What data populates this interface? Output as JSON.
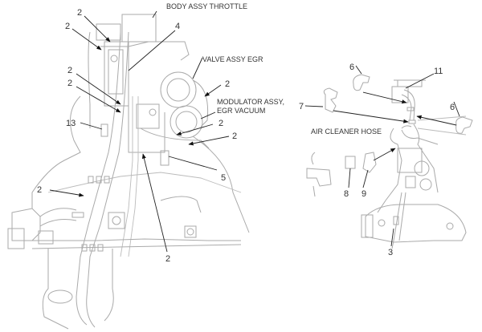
{
  "figure": {
    "type": "parts-diagram",
    "background": "#ffffff",
    "line_color": "#aaaaaa",
    "label_color": "#333333"
  },
  "left_view": {
    "name_labels": {
      "throttle": "BODY ASSY THROTTLE",
      "egr_valve": "VALVE ASSY EGR",
      "modulator_line1": "MODULATOR ASSY,",
      "modulator_line2": "EGR VACUUM"
    },
    "callouts": [
      {
        "id": "c2a",
        "text": "2"
      },
      {
        "id": "c2b",
        "text": "2"
      },
      {
        "id": "c4",
        "text": "4"
      },
      {
        "id": "c2c",
        "text": "2"
      },
      {
        "id": "c2d",
        "text": "2"
      },
      {
        "id": "c2e",
        "text": "2"
      },
      {
        "id": "c13",
        "text": "13"
      },
      {
        "id": "c2f",
        "text": "2"
      },
      {
        "id": "c2g",
        "text": "2"
      },
      {
        "id": "c5",
        "text": "5"
      },
      {
        "id": "c2h",
        "text": "2"
      },
      {
        "id": "c2i",
        "text": "2"
      }
    ]
  },
  "right_view": {
    "name_labels": {
      "air_cleaner_hose": "AIR CLEANER HOSE"
    },
    "callouts": [
      {
        "id": "c6a",
        "text": "6"
      },
      {
        "id": "c11",
        "text": "11"
      },
      {
        "id": "c7",
        "text": "7"
      },
      {
        "id": "c6b",
        "text": "6"
      },
      {
        "id": "c8",
        "text": "8"
      },
      {
        "id": "c9",
        "text": "9"
      },
      {
        "id": "c3",
        "text": "3"
      }
    ]
  }
}
